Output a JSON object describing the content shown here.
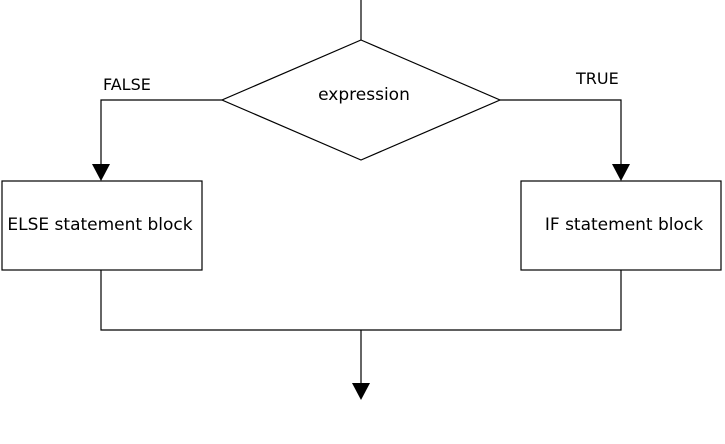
{
  "diagram": {
    "decision": {
      "label": "expression"
    },
    "branches": {
      "false_label": "FALSE",
      "true_label": "TRUE"
    },
    "blocks": {
      "else_block": "ELSE statement block",
      "if_block": "IF statement block"
    },
    "colors": {
      "stroke": "#000000",
      "fill": "#ffffff",
      "text": "#000000"
    }
  }
}
